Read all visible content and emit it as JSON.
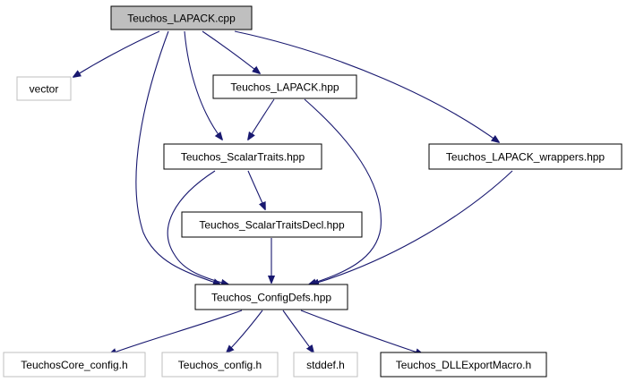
{
  "colors": {
    "edge": "#191970",
    "root_fill": "#bfbfbf",
    "box_border": "#000000",
    "external_border": "#bfbfbf"
  },
  "nodes": {
    "root": {
      "label": "Teuchos_LAPACK.cpp"
    },
    "vector": {
      "label": "vector"
    },
    "lapack_hpp": {
      "label": "Teuchos_LAPACK.hpp"
    },
    "scalar_traits": {
      "label": "Teuchos_ScalarTraits.hpp"
    },
    "lapack_wrappers": {
      "label": "Teuchos_LAPACK_wrappers.hpp"
    },
    "scalar_traits_decl": {
      "label": "Teuchos_ScalarTraitsDecl.hpp"
    },
    "config_defs": {
      "label": "Teuchos_ConfigDefs.hpp"
    },
    "core_config": {
      "label": "TeuchosCore_config.h"
    },
    "teuchos_config": {
      "label": "Teuchos_config.h"
    },
    "stddef": {
      "label": "stddef.h"
    },
    "dll_export": {
      "label": "Teuchos_DLLExportMacro.h"
    }
  }
}
